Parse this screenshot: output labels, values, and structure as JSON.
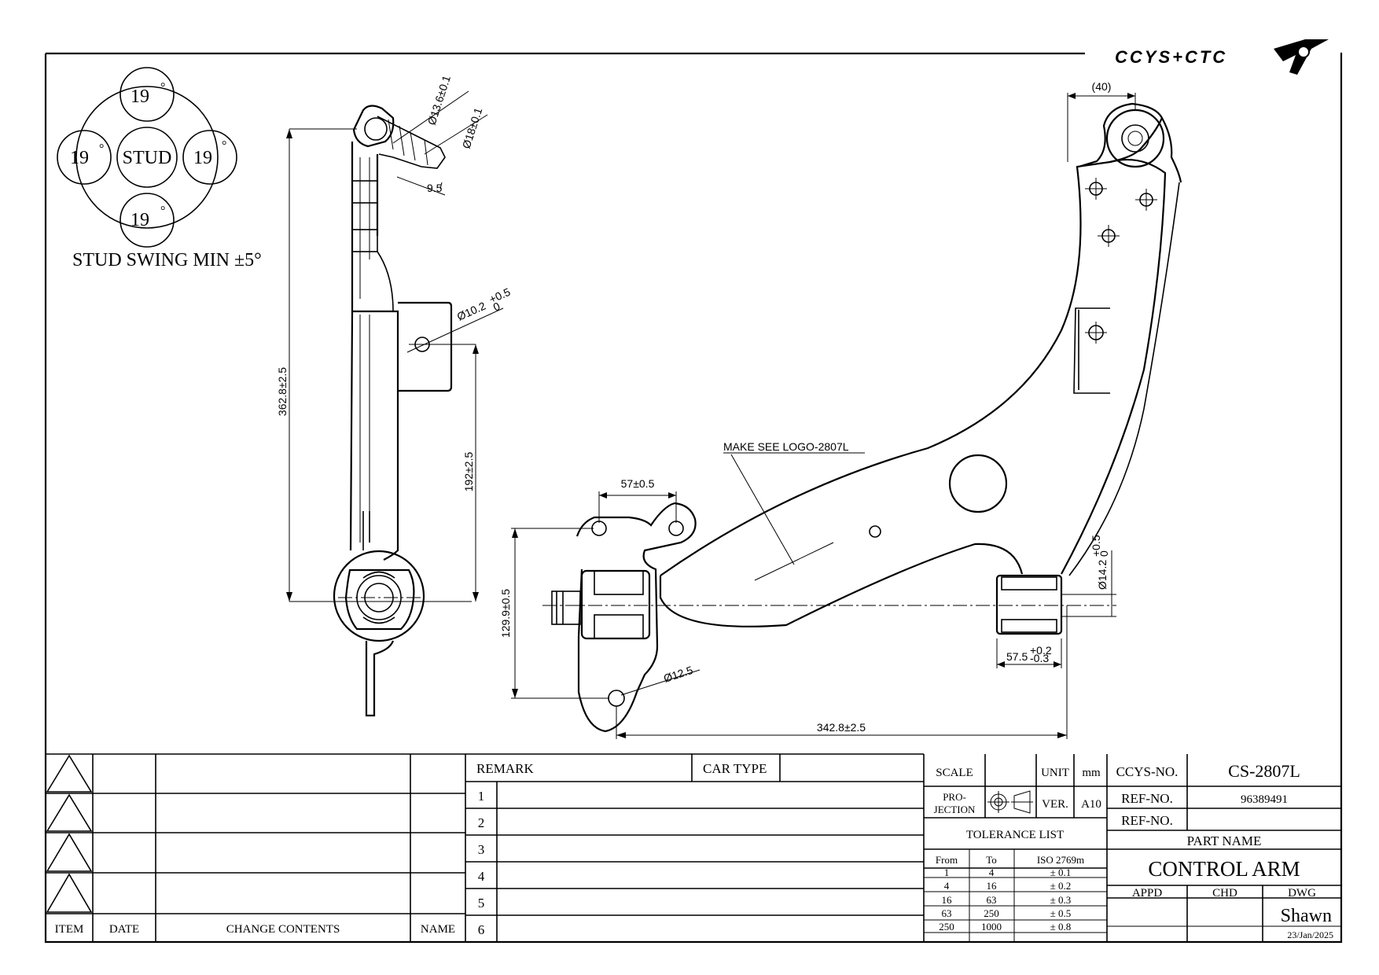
{
  "logo": {
    "text": "CCYS+CTC"
  },
  "stud_diagram": {
    "center": "STUD",
    "angles": [
      "19",
      "19",
      "19",
      "19"
    ],
    "degree_mark": "°",
    "caption": "STUD SWING MIN ±5°"
  },
  "dimensions": {
    "ball_stud_dia_1": "Ø13.6±0.1",
    "ball_stud_dia_2": "Ø18±0.1",
    "stud_length": "9.5",
    "hole_dia_side": "Ø10.2",
    "hole_dia_side_tol_upper": "+0.5",
    "hole_dia_side_tol_lower": "0",
    "overall_height": "362.8±2.5",
    "lower_height": "192±2.5",
    "bracket_width": "57±0.5",
    "bracket_height": "129.9±0.5",
    "bracket_hole": "Ø12.5",
    "overall_length": "342.8±2.5",
    "rear_bush_length": "57.5",
    "rear_bush_tol_upper": "+0.2",
    "rear_bush_tol_lower": "-0.3",
    "rear_bush_dia": "Ø14.2",
    "rear_bush_dia_tol_upper": "+0.5",
    "rear_bush_dia_tol_lower": "0",
    "ref_40": "(40)",
    "logo_note": "MAKE SEE LOGO-2807L"
  },
  "revision_table": {
    "headers": {
      "item": "ITEM",
      "date": "DATE",
      "contents": "CHANGE CONTENTS",
      "name": "NAME"
    }
  },
  "remark_table": {
    "remark_label": "REMARK",
    "car_type_label": "CAR TYPE",
    "rows": [
      "1",
      "2",
      "3",
      "4",
      "5",
      "6"
    ]
  },
  "scale_block": {
    "scale_label": "SCALE",
    "unit_label": "UNIT",
    "unit_value": "mm",
    "projection_label_1": "PRO-",
    "projection_label_2": "JECTION",
    "ver_label": "VER.",
    "ver_value": "A10"
  },
  "tolerance_list": {
    "title": "TOLERANCE LIST",
    "headers": [
      "From",
      "To",
      "ISO 2769m"
    ],
    "rows": [
      [
        "1",
        "4",
        "± 0.1"
      ],
      [
        "4",
        "16",
        "± 0.2"
      ],
      [
        "16",
        "63",
        "± 0.3"
      ],
      [
        "63",
        "250",
        "± 0.5"
      ],
      [
        "250",
        "1000",
        "± 0.8"
      ]
    ]
  },
  "title_block": {
    "ccys_no_label": "CCYS-NO.",
    "ccys_no": "CS-2807L",
    "ref_no_label_1": "REF-NO.",
    "ref_no_1": "96389491",
    "ref_no_label_2": "REF-NO.",
    "ref_no_2": "",
    "part_name_label": "PART NAME",
    "part_name": "CONTROL ARM",
    "appd_label": "APPD",
    "chd_label": "CHD",
    "dwg_label": "DWG",
    "drawn_by": "Shawn",
    "date": "23/Jan/2025"
  }
}
